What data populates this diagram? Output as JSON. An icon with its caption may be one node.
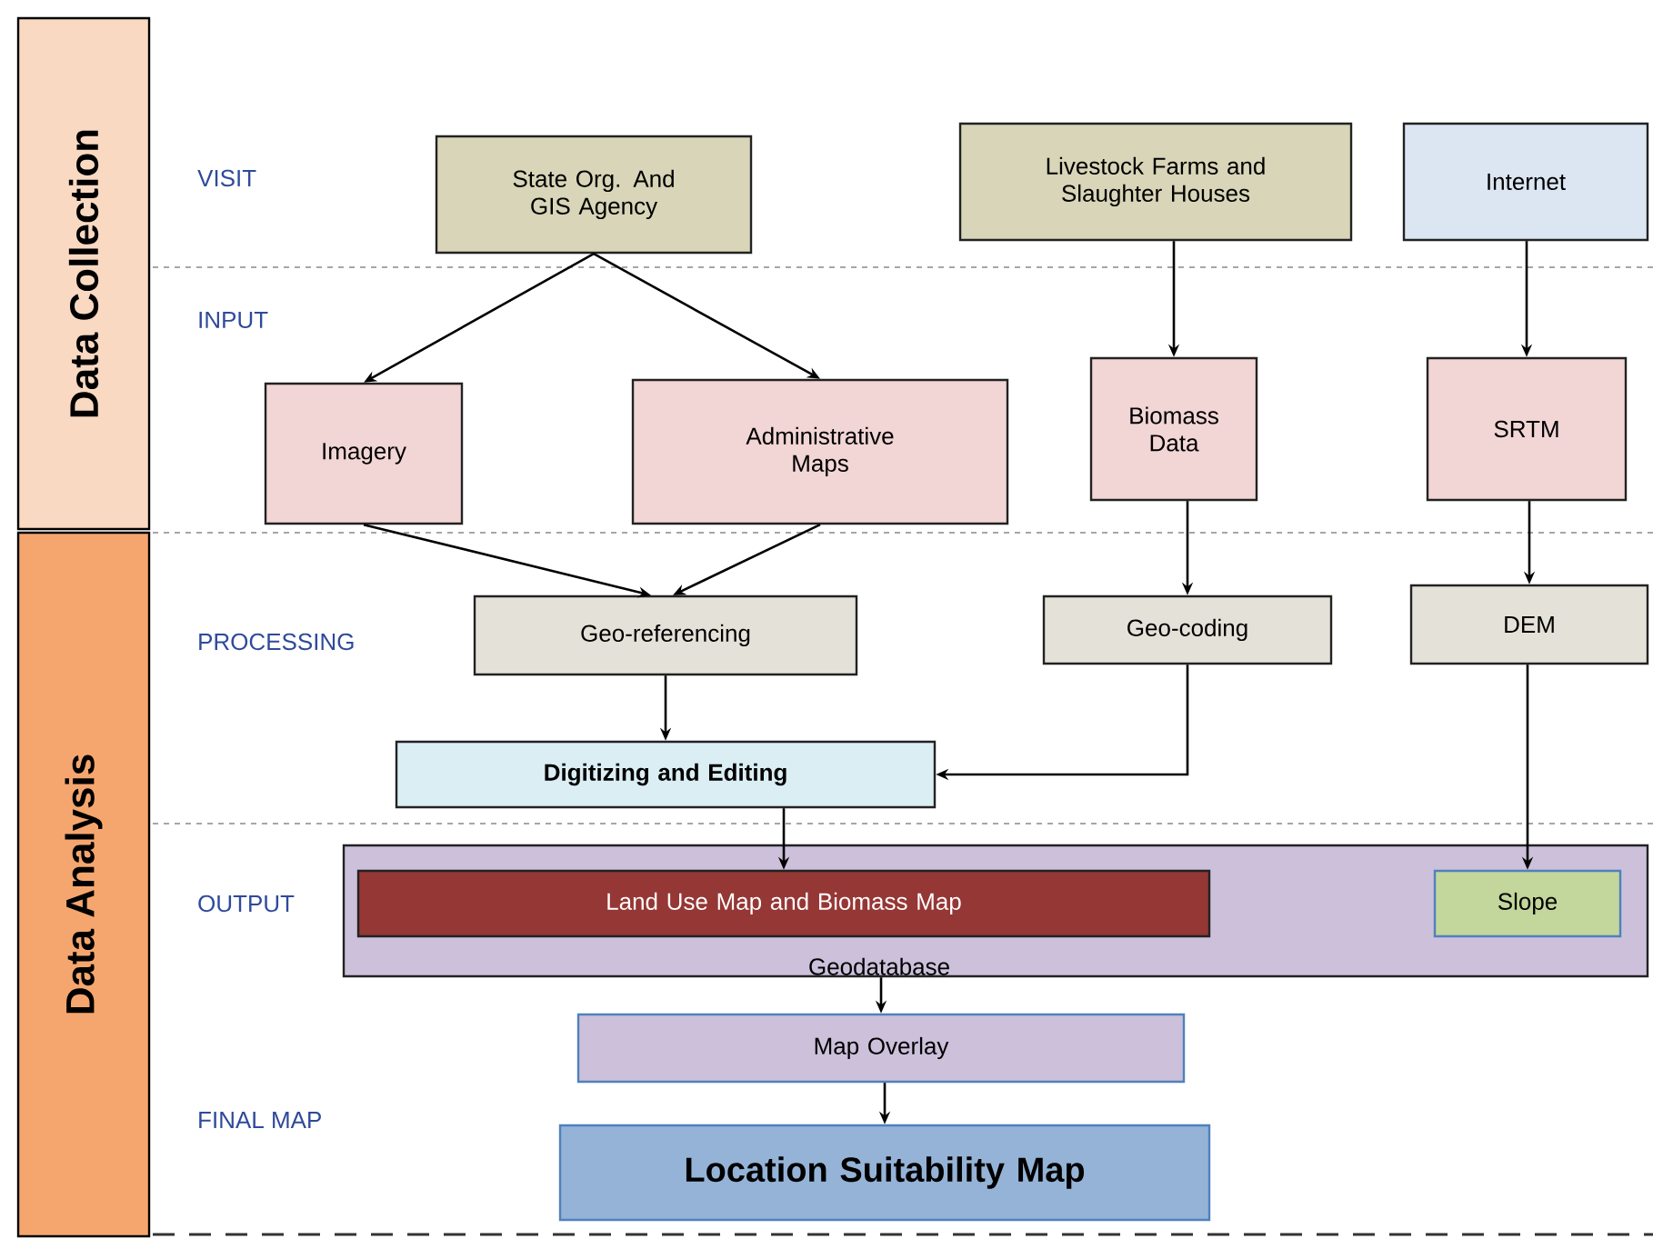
{
  "diagram": {
    "nodes": [
      {
        "text": [
          "Data Collection"
        ]
      },
      {
        "text": [
          "Data Analysis"
        ]
      },
      {
        "text": [
          "State Org. And GIS Agency"
        ]
      },
      {
        "text": [
          "Livestock Farms and Slaughter Houses"
        ]
      },
      {
        "text": [
          "Internet"
        ]
      },
      {
        "text": [
          "Imagery"
        ]
      },
      {
        "text": [
          "Administrative Maps"
        ]
      },
      {
        "text": [
          "Biomass Data"
        ]
      },
      {
        "text": [
          "SRTM"
        ]
      },
      {
        "text": [
          "Geo-referencing"
        ]
      },
      {
        "text": [
          "Geo-coding"
        ]
      },
      {
        "text": [
          "DEM"
        ]
      },
      {
        "text": [
          "Digitizing and Editing"
        ]
      },
      {
        "text": [
          "Geodatabase"
        ]
      },
      {
        "text": [
          "Land Use Map and Biomass Map"
        ],
        "in": 13
      },
      {
        "text": [
          "Slope"
        ],
        "in": 13
      },
      {
        "text": [
          "Map Overlay"
        ]
      },
      {
        "text": [
          "Location Suitability Map"
        ]
      }
    ],
    "edges": [
      {
        "from": 2,
        "to": 5,
        "arrow": "to"
      },
      {
        "from": 2,
        "to": 6,
        "arrow": "to"
      },
      {
        "from": 3,
        "to": 7,
        "arrow": "to"
      },
      {
        "from": 4,
        "to": 8,
        "arrow": "to"
      },
      {
        "from": 5,
        "to": 9,
        "arrow": "to"
      },
      {
        "from": 6,
        "to": 9,
        "arrow": "to"
      },
      {
        "from": 7,
        "to": 10,
        "arrow": "to"
      },
      {
        "from": 8,
        "to": 11,
        "arrow": "to"
      },
      {
        "from": 9,
        "to": 12,
        "arrow": "to"
      },
      {
        "from": 10,
        "to": 12,
        "arrow": "to"
      },
      {
        "from": 12,
        "to": 14,
        "arrow": "to"
      },
      {
        "from": 11,
        "to": 15,
        "arrow": "to"
      },
      {
        "from": 13,
        "to": 16,
        "arrow": "to"
      },
      {
        "from": 16,
        "to": 17,
        "arrow": "to"
      }
    ],
    "labels": [
      "VISIT",
      "INPUT",
      "PROCESSING",
      "OUTPUT",
      "FINAL MAP"
    ]
  }
}
